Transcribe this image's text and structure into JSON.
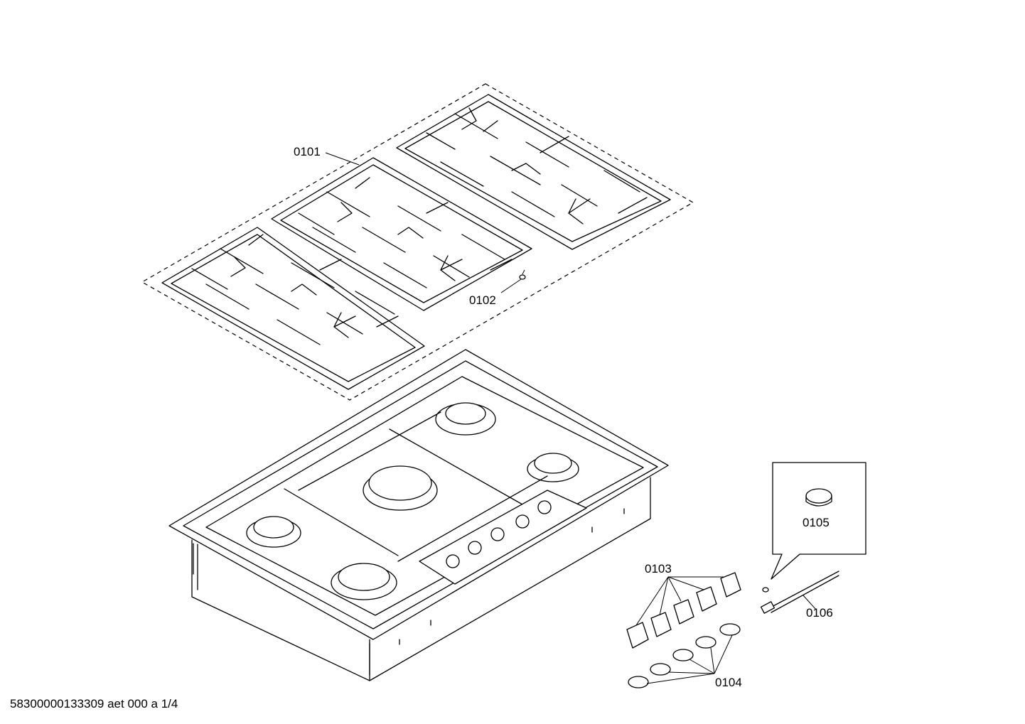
{
  "labels": {
    "grates": "0101",
    "bumper": "0102",
    "knobs": "0103",
    "rings": "0104",
    "cap": "0105",
    "ignition": "0106"
  },
  "footer": "58300000133309 aet 000 a 1/4"
}
